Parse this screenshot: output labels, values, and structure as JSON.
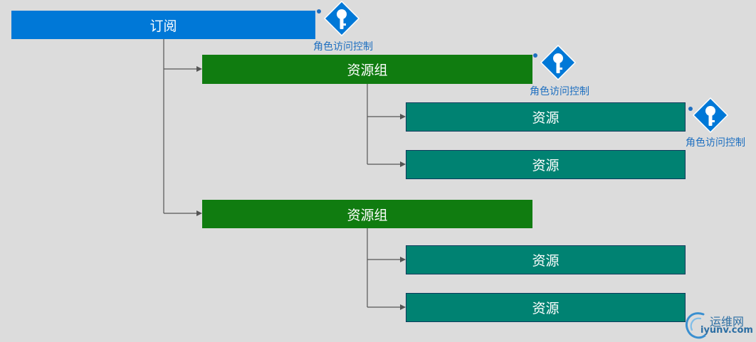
{
  "subscription": {
    "label": "订阅"
  },
  "resource_groups": [
    {
      "label": "资源组",
      "resources": [
        {
          "label": "资源"
        },
        {
          "label": "资源"
        }
      ]
    },
    {
      "label": "资源组",
      "resources": [
        {
          "label": "资源"
        },
        {
          "label": "资源"
        }
      ]
    }
  ],
  "rbac_badges": [
    {
      "label": "角色访问控制",
      "icon": "key-diamond-icon"
    },
    {
      "label": "角色访问控制",
      "icon": "key-diamond-icon"
    },
    {
      "label": "角色访问控制",
      "icon": "key-diamond-icon"
    }
  ],
  "watermark": {
    "cn": "运维网",
    "en": "iyunv.com",
    "icon": "swirl-logo-icon"
  },
  "colors": {
    "subscription": "#0078d7",
    "resource_group": "#107c10",
    "resource": "#008272",
    "rbac": "#0078d7",
    "connector": "#555555",
    "background": "#dcdcdc"
  }
}
